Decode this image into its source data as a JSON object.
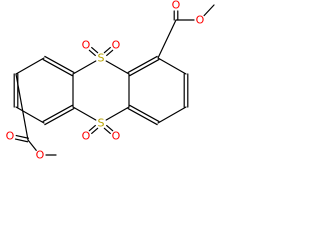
{
  "molecule": {
    "atoms": [
      {
        "id": "a1",
        "element": "C",
        "label": ""
      },
      {
        "id": "a2",
        "element": "C",
        "label": ""
      },
      {
        "id": "a3",
        "element": "C",
        "label": ""
      },
      {
        "id": "a4",
        "element": "C",
        "label": ""
      },
      {
        "id": "a5",
        "element": "C",
        "label": ""
      },
      {
        "id": "a6",
        "element": "C",
        "label": ""
      },
      {
        "id": "s1",
        "element": "S",
        "label": "S"
      },
      {
        "id": "a8",
        "element": "C",
        "label": ""
      },
      {
        "id": "a9",
        "element": "C",
        "label": ""
      },
      {
        "id": "a10",
        "element": "C",
        "label": ""
      },
      {
        "id": "a11",
        "element": "C",
        "label": ""
      },
      {
        "id": "a12",
        "element": "C",
        "label": ""
      },
      {
        "id": "a13",
        "element": "C",
        "label": ""
      },
      {
        "id": "s2",
        "element": "S",
        "label": "S"
      },
      {
        "id": "o1",
        "element": "O",
        "label": "O"
      },
      {
        "id": "o2",
        "element": "O",
        "label": "O"
      },
      {
        "id": "o3",
        "element": "O",
        "label": "O"
      },
      {
        "id": "o4",
        "element": "O",
        "label": "O"
      },
      {
        "id": "c16",
        "element": "C",
        "label": ""
      },
      {
        "id": "o5",
        "element": "O",
        "label": "O"
      },
      {
        "id": "o6",
        "element": "O",
        "label": "O"
      },
      {
        "id": "me1",
        "element": "C",
        "label": ""
      },
      {
        "id": "c2",
        "element": "C",
        "label": ""
      },
      {
        "id": "o7",
        "element": "O",
        "label": "O"
      },
      {
        "id": "o8",
        "element": "O",
        "label": "O"
      },
      {
        "id": "me2",
        "element": "C",
        "label": ""
      }
    ],
    "bonds": [
      {
        "a": "a1",
        "b": "a2",
        "order": 2
      },
      {
        "a": "a2",
        "b": "a3",
        "order": 1
      },
      {
        "a": "a3",
        "b": "a4",
        "order": 2
      },
      {
        "a": "a4",
        "b": "a5",
        "order": 1
      },
      {
        "a": "a5",
        "b": "a6",
        "order": 2
      },
      {
        "a": "a6",
        "b": "a1",
        "order": 1
      },
      {
        "a": "a4",
        "b": "s1",
        "order": 1
      },
      {
        "a": "s1",
        "b": "a8",
        "order": 1
      },
      {
        "a": "a8",
        "b": "a9",
        "order": 2
      },
      {
        "a": "a9",
        "b": "a10",
        "order": 1
      },
      {
        "a": "a10",
        "b": "a11",
        "order": 2
      },
      {
        "a": "a11",
        "b": "a12",
        "order": 1
      },
      {
        "a": "a12",
        "b": "a13",
        "order": 2
      },
      {
        "a": "a13",
        "b": "a8",
        "order": 1
      },
      {
        "a": "a13",
        "b": "s2",
        "order": 1
      },
      {
        "a": "s2",
        "b": "a5",
        "order": 1
      },
      {
        "a": "s1",
        "b": "o1",
        "order": 2
      },
      {
        "a": "s1",
        "b": "o2",
        "order": 2
      },
      {
        "a": "s2",
        "b": "o3",
        "order": 2
      },
      {
        "a": "s2",
        "b": "o4",
        "order": 2
      },
      {
        "a": "a9",
        "b": "c16",
        "order": 1
      },
      {
        "a": "c16",
        "b": "o5",
        "order": 2
      },
      {
        "a": "c16",
        "b": "o6",
        "order": 1
      },
      {
        "a": "o6",
        "b": "me1",
        "order": 1
      },
      {
        "a": "a2",
        "b": "c2",
        "order": 1
      },
      {
        "a": "c2",
        "b": "o7",
        "order": 2
      },
      {
        "a": "c2",
        "b": "o8",
        "order": 1
      },
      {
        "a": "o8",
        "b": "me2",
        "order": 1
      }
    ]
  },
  "colors": {
    "bond": "#000000",
    "carbon": "#000000",
    "sulfur": "#b8a300",
    "oxygen": "#ff0000"
  }
}
